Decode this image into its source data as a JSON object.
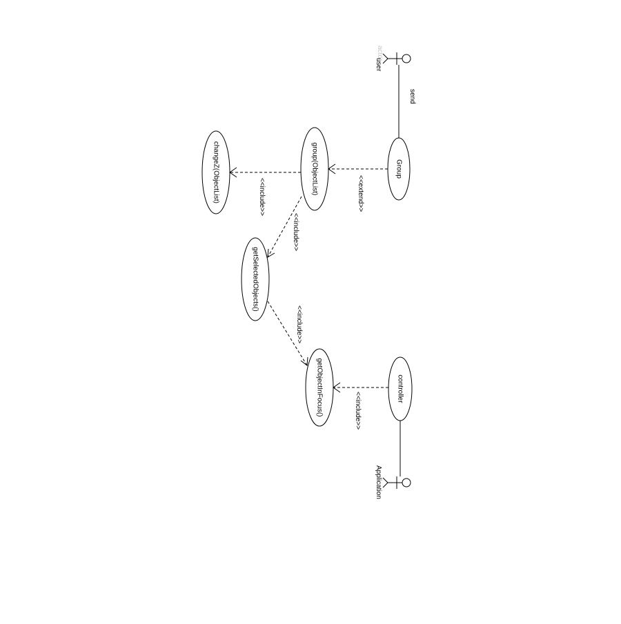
{
  "actors": {
    "user": {
      "label": "user",
      "ghost_label": "actor"
    },
    "application": {
      "label": "Application"
    }
  },
  "use_cases": {
    "group": "Group",
    "group_objectlist": "group(ObjectList)",
    "changez": "changeZ(ObjectList)",
    "get_selected": "getSelectedObjects()",
    "get_focus": "getObjectInFocus()",
    "controller": "controller"
  },
  "relations": {
    "send": "send",
    "extend": "<<extend>>",
    "include_changez": "<<include>>",
    "include_selected": "<<include>>",
    "include_focus_from_selected": "<<include>>",
    "include_focus_from_controller": "<<include>>"
  }
}
